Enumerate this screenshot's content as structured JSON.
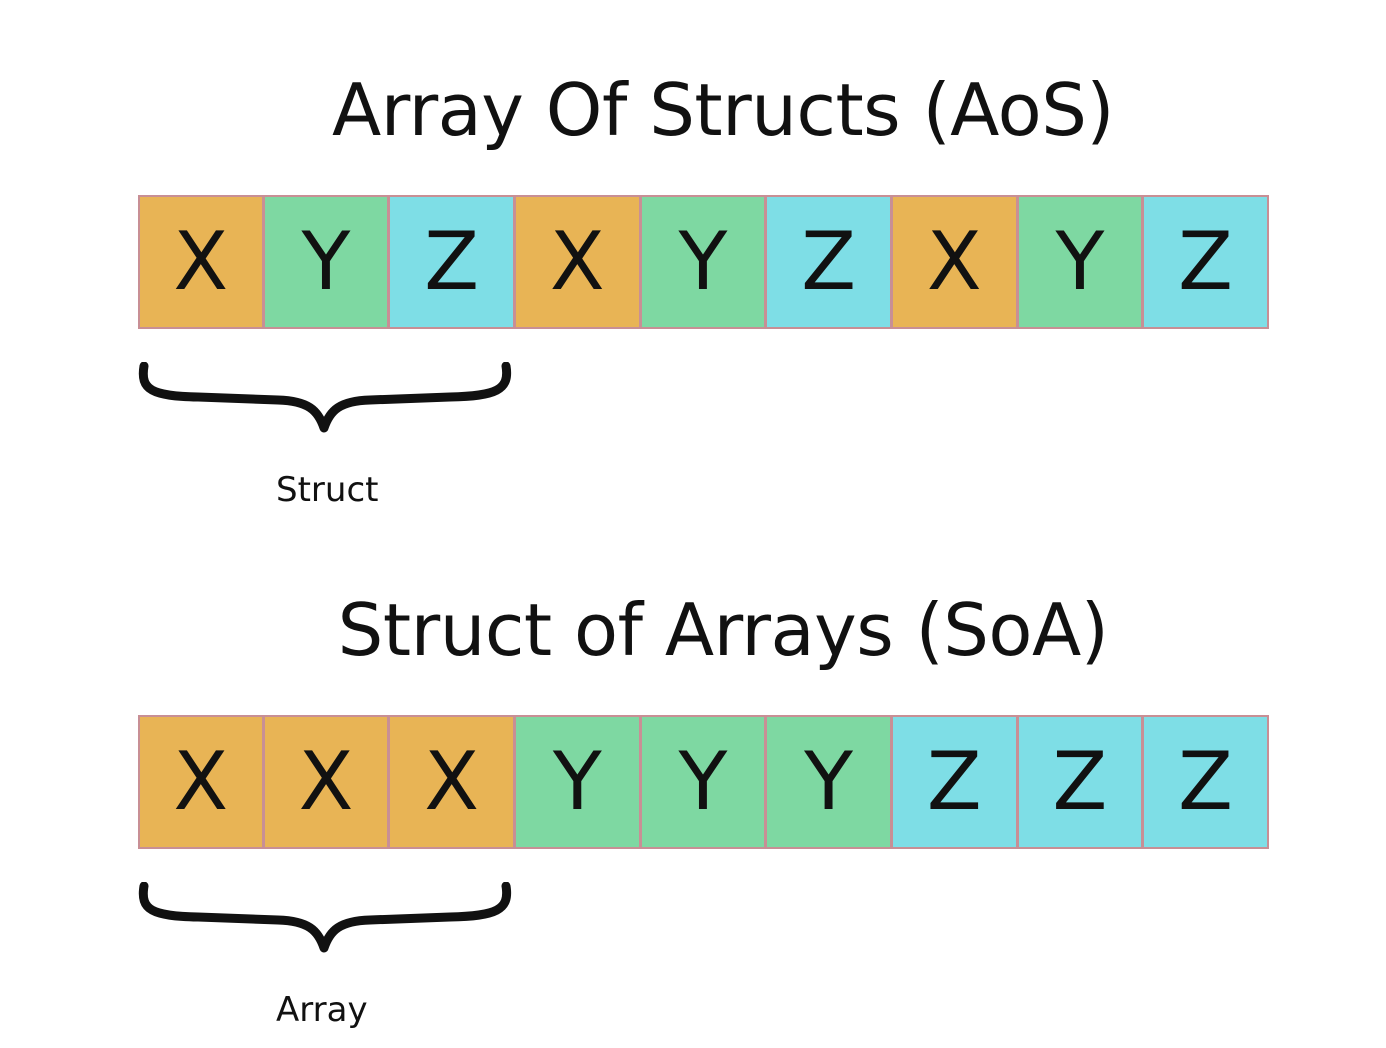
{
  "aos": {
    "title": "Array Of Structs (AoS)",
    "cells": [
      {
        "label": "X",
        "color": "#e8b455"
      },
      {
        "label": "Y",
        "color": "#7ed8a2"
      },
      {
        "label": "Z",
        "color": "#7edee6"
      },
      {
        "label": "X",
        "color": "#e8b455"
      },
      {
        "label": "Y",
        "color": "#7ed8a2"
      },
      {
        "label": "Z",
        "color": "#7edee6"
      },
      {
        "label": "X",
        "color": "#e8b455"
      },
      {
        "label": "Y",
        "color": "#7ed8a2"
      },
      {
        "label": "Z",
        "color": "#7edee6"
      }
    ],
    "brace_label": "Struct"
  },
  "soa": {
    "title": "Struct of Arrays (SoA)",
    "cells": [
      {
        "label": "X",
        "color": "#e8b455"
      },
      {
        "label": "X",
        "color": "#e8b455"
      },
      {
        "label": "X",
        "color": "#e8b455"
      },
      {
        "label": "Y",
        "color": "#7ed8a2"
      },
      {
        "label": "Y",
        "color": "#7ed8a2"
      },
      {
        "label": "Y",
        "color": "#7ed8a2"
      },
      {
        "label": "Z",
        "color": "#7edee6"
      },
      {
        "label": "Z",
        "color": "#7edee6"
      },
      {
        "label": "Z",
        "color": "#7edee6"
      }
    ],
    "brace_label": "Array"
  },
  "colors": {
    "x": "#e8b455",
    "y": "#7ed8a2",
    "z": "#7edee6",
    "cell_border": "#c88f95",
    "text": "#111111"
  },
  "icons": {
    "brace": "curly-brace-icon"
  }
}
